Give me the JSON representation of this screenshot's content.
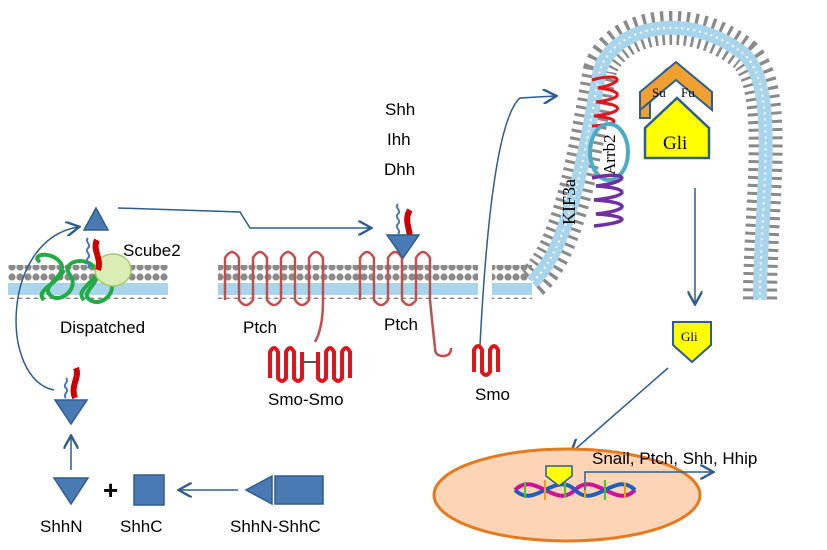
{
  "labels": {
    "scube2": "Scube2",
    "dispatched": "Dispatched",
    "ptch_left": "Ptch",
    "ptch_right": "Ptch",
    "smo_smo": "Smo-Smo",
    "smo": "Smo",
    "ligands": [
      "Shh",
      "Ihh",
      "Dhh"
    ],
    "kif3a": "KIF3a",
    "arrb2": "Arrb2",
    "sufu": [
      "Su",
      "Fu"
    ],
    "gli_cilium": "Gli",
    "gli_free": "Gli",
    "target_genes": "Snail, Ptch, Shh, Hhip",
    "plus": "+",
    "shhn": "ShhN",
    "shhc": "ShhC",
    "shhn_shhc": "ShhN-ShhC"
  },
  "colors": {
    "membrane_head": "#8a8a8a",
    "membrane_core": "#a8d4ec",
    "ptch": "#c0504d",
    "smo": "#e0151b",
    "dispatched": "#22aa44",
    "kif3a": "#7030a0",
    "arrow": "#2e5d8e",
    "shape_fill": "#4a7ab4",
    "gli_fill": "#ffff00",
    "sufu_fill": "#f0a030",
    "nucleus_fill": "#fbd5b5",
    "nucleus_stroke": "#e57a1e"
  }
}
